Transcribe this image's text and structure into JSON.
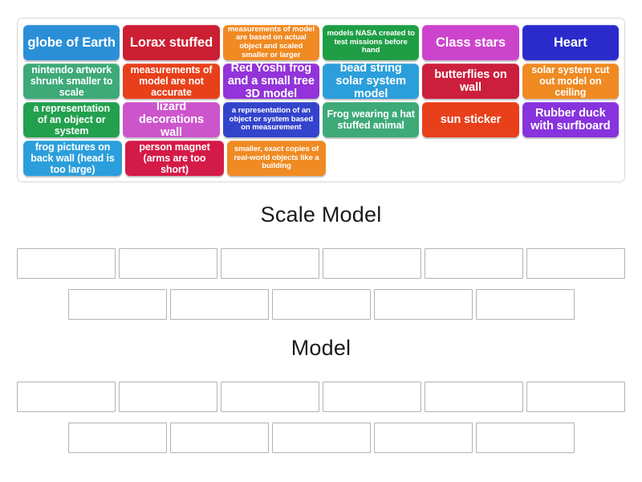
{
  "activity": {
    "type": "group-sort",
    "tray_label": "answer tiles tray"
  },
  "tray": {
    "rows": [
      [
        {
          "text": "globe of Earth",
          "color": "#2b8fd8",
          "size": "xl"
        },
        {
          "text": "Lorax stuffed",
          "color": "#cc1f33",
          "size": "xl"
        },
        {
          "text": "measurements of model are based on actual object and scaled smaller or larger",
          "color": "#f08a22",
          "size": "sm"
        },
        {
          "text": "models NASA created to test missions before hand",
          "color": "#1f9e45",
          "size": "sm"
        },
        {
          "text": "Class stars",
          "color": "#cc44cc",
          "size": "xl"
        },
        {
          "text": "Heart",
          "color": "#2b2bcc",
          "size": "xl"
        }
      ],
      [
        {
          "text": "nintendo artwork shrunk smaller to scale",
          "color": "#3daa78",
          "size": "md"
        },
        {
          "text": "measurements of model are not accurate",
          "color": "#e8401a",
          "size": "md"
        },
        {
          "text": "Red Yoshi frog and a small tree 3D model",
          "color": "#9333d9",
          "size": "lg"
        },
        {
          "text": "bead string solar system model",
          "color": "#2b9fdb",
          "size": "lg"
        },
        {
          "text": "butterflies on wall",
          "color": "#cc1f3d",
          "size": "lg"
        },
        {
          "text": "solar system cut out model on ceiling",
          "color": "#f08a22",
          "size": "md"
        }
      ],
      [
        {
          "text": "a representation of an object or system",
          "color": "#22a04e",
          "size": "md"
        },
        {
          "text": "lizard decorations wall",
          "color": "#cc55cc",
          "size": "lg"
        },
        {
          "text": "a representation of an object or system based on measurement",
          "color": "#3344cc",
          "size": "sm"
        },
        {
          "text": "Frog wearing a hat stuffed animal",
          "color": "#3daa78",
          "size": "md"
        },
        {
          "text": "sun sticker",
          "color": "#e8401a",
          "size": "lg"
        },
        {
          "text": "Rubber duck with surfboard",
          "color": "#8833dd",
          "size": "lg"
        }
      ],
      [
        {
          "text": "frog pictures on back wall (head is too large)",
          "color": "#2b9fdb",
          "size": "md"
        },
        {
          "text": "person magnet (arms are too short)",
          "color": "#d41a47",
          "size": "md"
        },
        {
          "text": "smaller, exact copies of real-world objects like a building",
          "color": "#f08a22",
          "size": "sm"
        }
      ]
    ]
  },
  "categories": [
    {
      "title": "Scale Model",
      "slot_rows": [
        6,
        5
      ]
    },
    {
      "title": "Model",
      "slot_rows": [
        6,
        5
      ]
    }
  ],
  "colors": {
    "tray_border": "#d7d7d7",
    "slot_border": "#b3b3b3",
    "page_background": "#ffffff",
    "title_text": "#1a1a1a",
    "tile_text": "#ffffff"
  }
}
